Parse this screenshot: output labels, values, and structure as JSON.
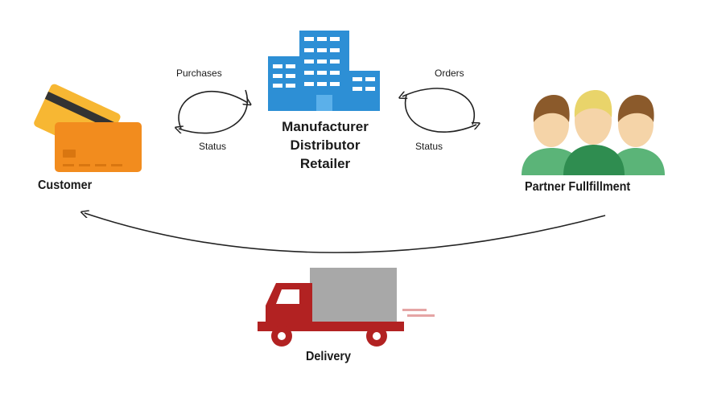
{
  "nodes": {
    "customer": {
      "label": "Customer"
    },
    "hub": {
      "lines": [
        "Manufacturer",
        "Distributor",
        "Retailer"
      ]
    },
    "partner": {
      "label": "Partner Fullfillment"
    },
    "delivery": {
      "label": "Delivery"
    }
  },
  "edges": {
    "left_top": "Purchases",
    "left_bottom": "Status",
    "right_top": "Orders",
    "right_bottom": "Status"
  },
  "colors": {
    "card_yellow": "#F7B733",
    "card_orange": "#F28C1E",
    "building_blue": "#2D8FD5",
    "building_light": "#5BB0EA",
    "shirt_green": "#5BB478",
    "shirt_dark": "#2F8D50",
    "skin": "#F5D4A8",
    "hair_brown": "#8B5A2B",
    "hair_blond": "#E9D46A",
    "truck_red": "#B22222",
    "truck_gray": "#A8A8A8"
  },
  "icons": [
    "credit-card-icon",
    "building-icon",
    "people-icon",
    "truck-icon"
  ]
}
